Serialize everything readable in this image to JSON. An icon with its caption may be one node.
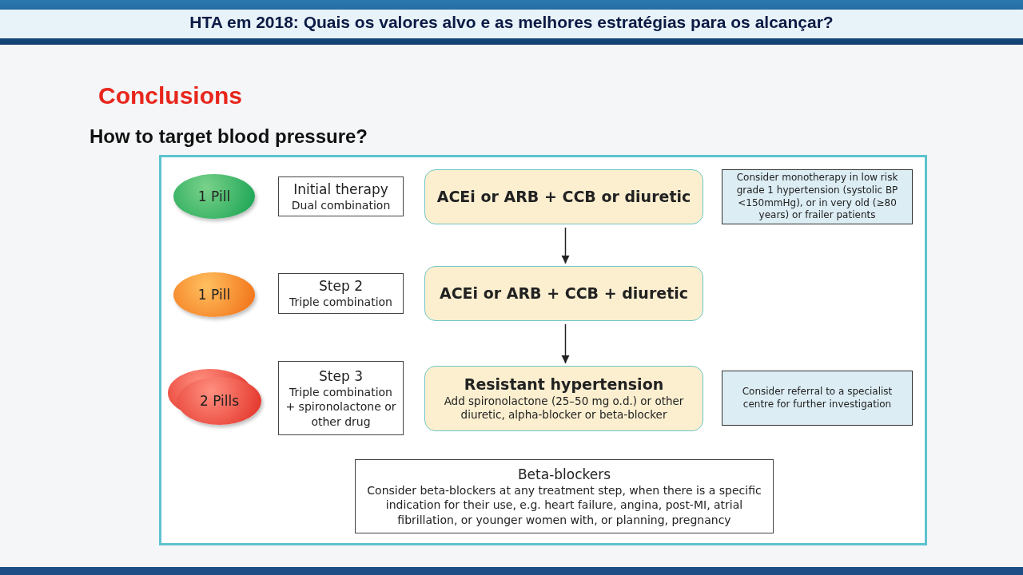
{
  "diagram": {
    "title": "HTA em 2018: Quais os valores alvo e as melhores estratégias para os alcançar?",
    "labels": [
      "Conclusions",
      "How to target blood pressure?"
    ],
    "nodes": [
      {
        "text": [
          "1 Pill"
        ]
      },
      {
        "text": [
          "Initial therapy",
          "Dual combination"
        ]
      },
      {
        "text": [
          "ACEi or ARB + CCB or diuretic"
        ]
      },
      {
        "text": [
          "Consider monotherapy in low risk grade 1 hypertension (systolic BP <150mmHg), or in very old (≥80 years) or frailer patients"
        ]
      },
      {
        "text": [
          "1 Pill"
        ]
      },
      {
        "text": [
          "Step 2",
          "Triple combination"
        ]
      },
      {
        "text": [
          "ACEi or ARB + CCB + diuretic"
        ]
      },
      {
        "text": [
          "2 Pills"
        ]
      },
      {
        "text": [
          "Step 3",
          "Triple combination + spironolactone or other drug"
        ]
      },
      {
        "text": [
          "Resistant hypertension",
          "Add spironolactone (25–50 mg o.d.) or other diuretic, alpha-blocker or beta-blocker"
        ]
      },
      {
        "text": [
          "Consider referral to a specialist centre for further investigation"
        ]
      },
      {
        "text": [
          "Beta-blockers",
          "Consider beta-blockers at any treatment step, when there is a specific indication for their use, e.g. heart failure, angina, post-MI, atrial fibrillation, or younger women with, or planning, pregnancy"
        ]
      }
    ],
    "edges": [
      {
        "from": 2,
        "to": 6,
        "arrow": "to"
      },
      {
        "from": 6,
        "to": 9,
        "arrow": "to"
      }
    ]
  }
}
